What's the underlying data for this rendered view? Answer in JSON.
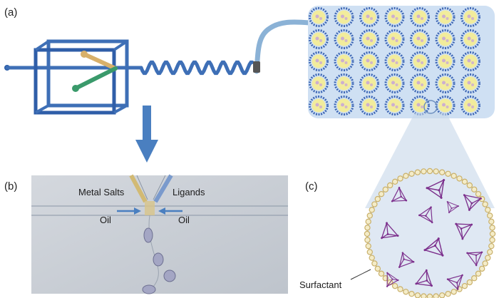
{
  "panels": {
    "a": "(a)",
    "b": "(b)",
    "c": "(c)"
  },
  "labels": {
    "metal_salts": "Metal Salts",
    "ligands": "Ligands",
    "oil_left": "Oil",
    "oil_right": "Oil",
    "surfactant": "Surfactant"
  },
  "grid": {
    "rows": 5,
    "cols": 7
  },
  "colors": {
    "chip": "#3e6fb6",
    "channel_metal": "#d8b06a",
    "channel_ligand": "#3a9a6b",
    "tubing": "#8bb2d6",
    "array_bg": "#cfe0f3",
    "droplet_shell": "#3f68b5",
    "droplet_core": "#f2ec9c",
    "zoom_fill": "#dfe8f3",
    "surfactant_bead": "#c9b06a",
    "crystal": "#7c2f8c",
    "arrow": "#4a7fc0"
  }
}
